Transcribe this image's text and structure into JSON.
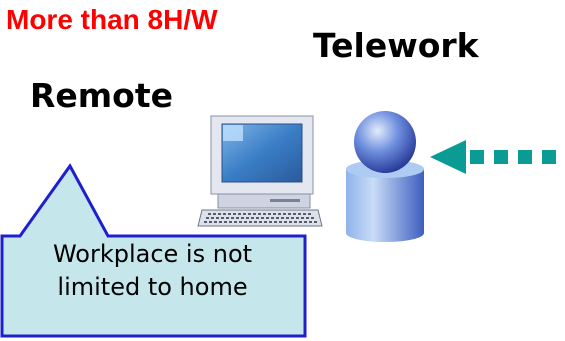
{
  "headline": "More than 8H/W",
  "telework_label": "Telework",
  "remote_label": "Remote",
  "callout": {
    "line1": "Workplace is not",
    "line2": "limited to home"
  },
  "icons": [
    "computer-icon",
    "person-icon",
    "arrow-left-icon"
  ],
  "colors": {
    "headline": "#ff0000",
    "callout_fill": "#c5e7ec",
    "callout_border": "#1f20cc",
    "arrow": "#0b9b95",
    "person": "#5a78d8",
    "screen": "#3a7ec6"
  }
}
